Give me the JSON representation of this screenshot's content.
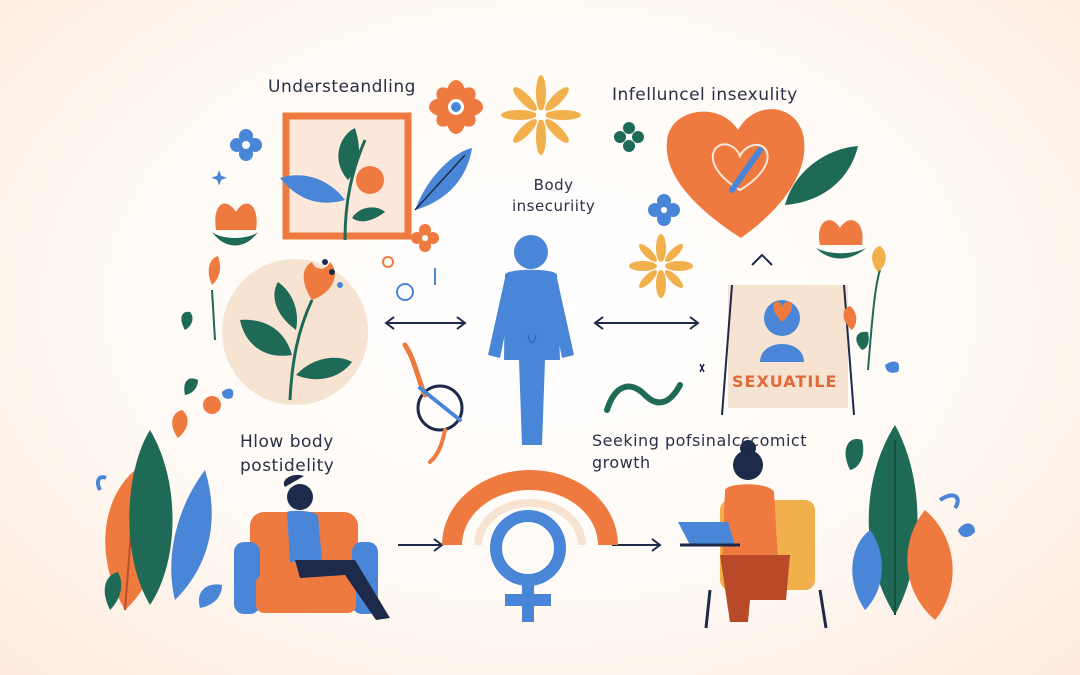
{
  "labels": {
    "understanding": "Understeandling",
    "influence": "Infelluncel insexulity",
    "body_line1": "Body",
    "body_line2": "insecuriity",
    "how_line1": "Hlow body",
    "how_line2": "postidelity",
    "seeking_line1": "Seeking pofsinalcccomict",
    "seeking_line2": "growth",
    "sign": "SEXUATILE"
  },
  "colors": {
    "orange": "#ef7a3f",
    "blue": "#4a86d8",
    "green": "#1f6a57",
    "yellow": "#f1b04c",
    "navy": "#1d2a4a",
    "peach": "#f7e3d2"
  }
}
